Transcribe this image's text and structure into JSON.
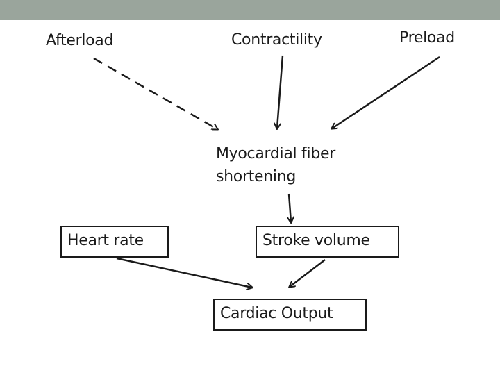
{
  "diagram": {
    "nodes": {
      "afterload": "Afterload",
      "contractility": "Contractility",
      "preload": "Preload",
      "myocardial_line1": "Myocardial fiber",
      "myocardial_line2": "shortening",
      "heart_rate": "Heart rate",
      "stroke_volume": "Stroke volume",
      "cardiac_output": "Cardiac Output"
    },
    "edges": [
      {
        "from": "Afterload",
        "to": "Myocardial fiber shortening",
        "style": "dashed"
      },
      {
        "from": "Contractility",
        "to": "Myocardial fiber shortening",
        "style": "solid"
      },
      {
        "from": "Preload",
        "to": "Myocardial fiber shortening",
        "style": "solid"
      },
      {
        "from": "Myocardial fiber shortening",
        "to": "Stroke volume",
        "style": "solid"
      },
      {
        "from": "Heart rate",
        "to": "Cardiac Output",
        "style": "solid"
      },
      {
        "from": "Stroke volume",
        "to": "Cardiac Output",
        "style": "solid"
      }
    ],
    "colors": {
      "header_bar": "#9aa59c",
      "ink": "#1a1a1a",
      "background": "#ffffff"
    }
  }
}
